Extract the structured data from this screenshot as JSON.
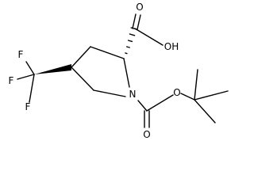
{
  "molecule": {
    "atoms": {
      "F_top": "F",
      "F_left": "F",
      "F_bottom": "F",
      "O_carbonyl_acid": "O",
      "OH_acid": "OH",
      "N_ring": "N",
      "O_carbonyl_boc": "O",
      "O_ester_boc": "O"
    }
  }
}
